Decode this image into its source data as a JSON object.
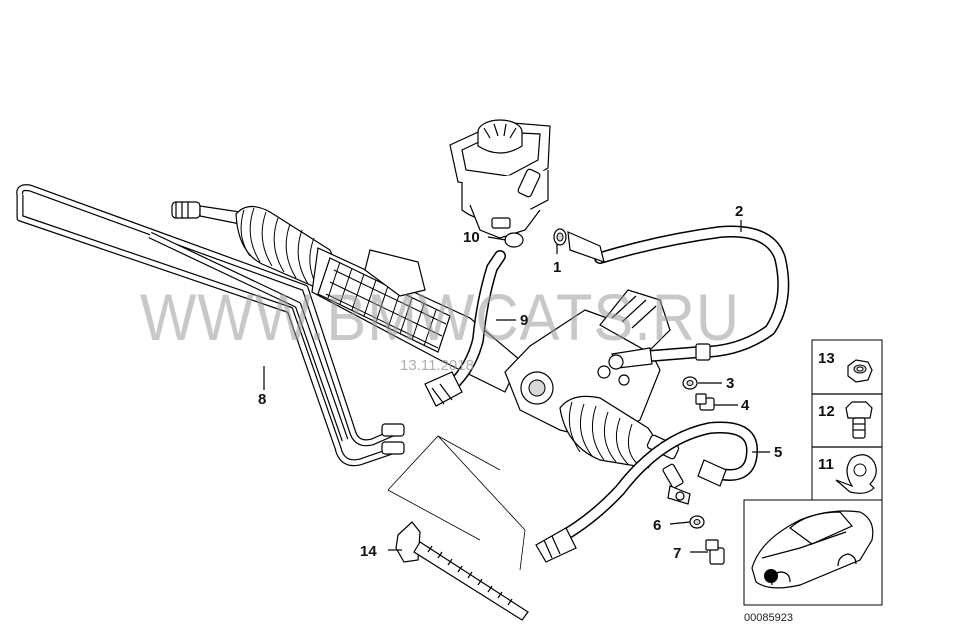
{
  "watermark": {
    "text": "WWW.BMWCATS.RU",
    "date": "13.11.2018"
  },
  "diagram_id": "00085923",
  "callouts": [
    {
      "id": "c1",
      "label": "1"
    },
    {
      "id": "c2",
      "label": "2"
    },
    {
      "id": "c3",
      "label": "3"
    },
    {
      "id": "c4",
      "label": "4"
    },
    {
      "id": "c5",
      "label": "5"
    },
    {
      "id": "c6",
      "label": "6"
    },
    {
      "id": "c7",
      "label": "7"
    },
    {
      "id": "c8",
      "label": "8"
    },
    {
      "id": "c9",
      "label": "9"
    },
    {
      "id": "c10",
      "label": "10"
    },
    {
      "id": "c11",
      "label": "11"
    },
    {
      "id": "c12",
      "label": "12"
    },
    {
      "id": "c13",
      "label": "13"
    },
    {
      "id": "c14",
      "label": "14"
    }
  ],
  "side_panel": [
    {
      "label": "13",
      "icon": "hex-nut-icon"
    },
    {
      "label": "12",
      "icon": "hex-bolt-icon"
    },
    {
      "label": "11",
      "icon": "hose-clamp-icon"
    }
  ],
  "colors": {
    "line": "#000000",
    "watermark": "#9a9a9a",
    "marker": "#000000"
  }
}
